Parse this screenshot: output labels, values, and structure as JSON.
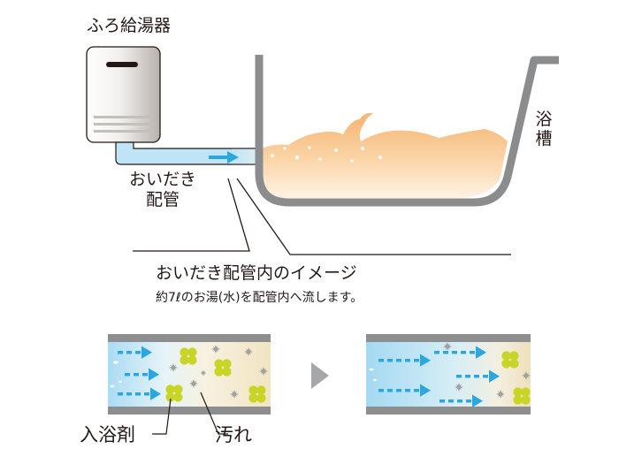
{
  "labels": {
    "water_heater": "ふろ給湯器",
    "reheat_pipe": "おいだき\n配管",
    "bathtub": "浴\n槽",
    "image_title": "おいだき配管内のイメージ",
    "image_caption": "約7ℓのお湯(水)を配管内へ流します。",
    "bath_additive": "入浴剤",
    "dirt": "汚れ"
  },
  "icons": {
    "flow": "flow-arrow-icon",
    "next": "next-triangle-icon",
    "additive": "additive-clover-icon",
    "dirt": "dirt-star-icon"
  },
  "colors": {
    "outline": "#231815",
    "tub_gray": "#8b8c8e",
    "water_orange": "#f8c58a",
    "pipe_blue": "#bfe4f5",
    "flow_blue": "#2ba6de",
    "additive_green": "#c9d526",
    "dirt_gray": "#9fa0a0",
    "pipe_wall": "#8d8e90",
    "triangle": "#a6a7a9"
  }
}
